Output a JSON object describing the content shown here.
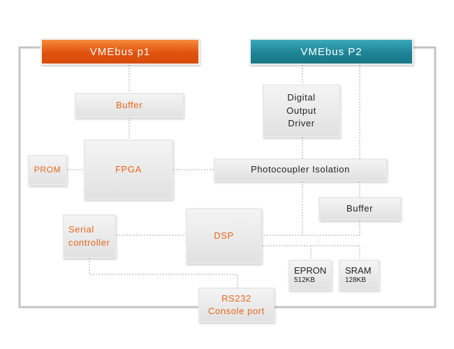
{
  "diagram": {
    "buses": {
      "p1": "VMEbus  p1",
      "p2": "VMEbus  P2"
    },
    "blocks": {
      "buffer_left": "Buffer",
      "prom": "PROM",
      "fpga": "FPGA",
      "digital_output_driver": "Digital\nOutput\nDriver",
      "photocoupler": "Photocoupler  Isolation",
      "buffer_right": "Buffer",
      "serial_controller": "Serial\ncontroller",
      "dsp": "DSP",
      "rs232": "RS232\nConsole  port"
    },
    "memory": {
      "epron": {
        "name": "EPRON",
        "size": "512KB"
      },
      "sram": {
        "name": "SRAM",
        "size": "128KB"
      }
    },
    "colors": {
      "bus_p1": "#e65a12",
      "bus_p2": "#1f8a9c",
      "orange_text": "#e8661a",
      "dark_text": "#222222",
      "frame_line": "#c4c4c4",
      "dotted_line": "#a8a8a8"
    }
  }
}
